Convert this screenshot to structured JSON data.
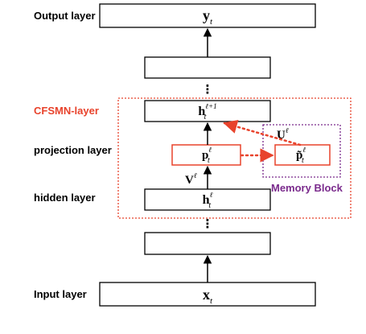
{
  "colors": {
    "accent_red": "#e8432c",
    "memory_purple": "#7a2a8c",
    "box_stroke": "#000000"
  },
  "labels": {
    "output_layer": "Output layer",
    "cfsmn_layer": "CFSMN-layer",
    "projection_layer": "projection layer",
    "hidden_layer": "hidden layer",
    "input_layer": "Input layer",
    "memory_block": "Memory  Block"
  },
  "nodes": {
    "output": {
      "symbol": "y",
      "sub": "t",
      "sup": ""
    },
    "h_next": {
      "symbol": "h",
      "sub": "t",
      "sup": "ℓ+1"
    },
    "projection": {
      "symbol": "p",
      "sub": "t",
      "sup": "ℓ"
    },
    "memory": {
      "symbol": "p̃",
      "sub": "t",
      "sup": "ℓ"
    },
    "hidden": {
      "symbol": "h",
      "sub": "t",
      "sup": "ℓ"
    },
    "input": {
      "symbol": "x",
      "sub": "t",
      "sup": ""
    }
  },
  "weights": {
    "v": {
      "symbol": "V",
      "sup": "ℓ"
    },
    "u": {
      "symbol": "U",
      "sup": "ℓ"
    }
  },
  "ellipsis": "⋮"
}
